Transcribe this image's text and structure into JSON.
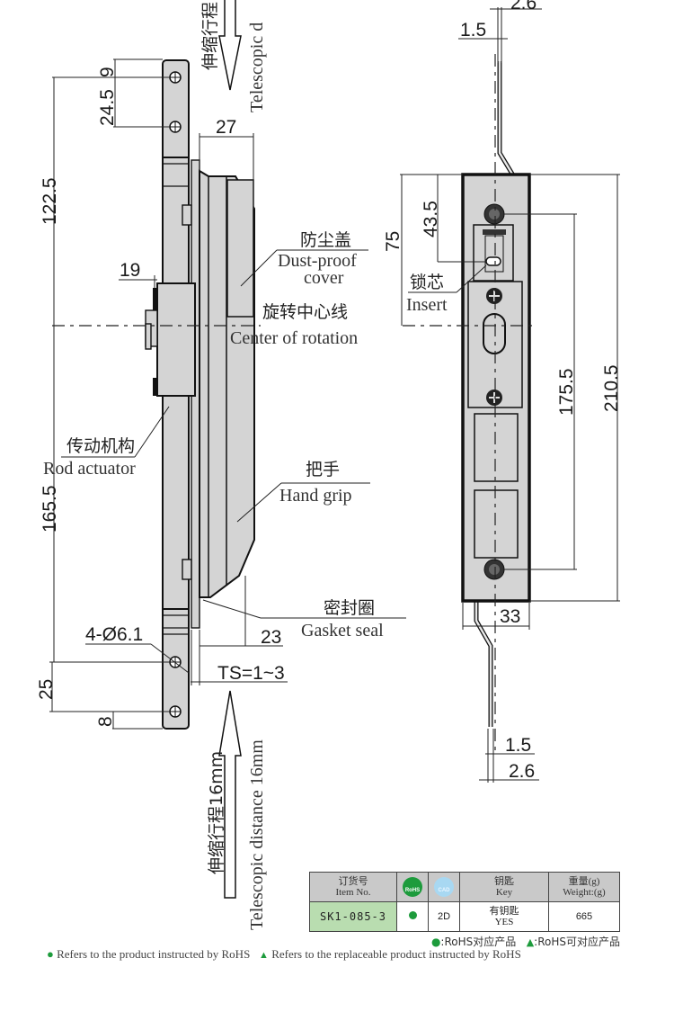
{
  "drawing": {
    "dimensions": {
      "top_hole_offset": "9",
      "hole_spacing_top": "24.5",
      "grip_depth": "27",
      "top_to_center": "122.5",
      "actuator_width": "19",
      "bottom_to_center": "165.5",
      "gasket_offset": "23",
      "hole_spec": "4-Ø6.1",
      "hole_spacing_bottom": "25",
      "bottom_hole_offset": "8",
      "thickness_range": "TS=1~3",
      "rod_width_top_a": "2.6",
      "rod_width_top_b": "1.5",
      "insert_offset": "43.5",
      "center_offset": "75",
      "screw_spacing": "175.5",
      "body_length": "210.5",
      "body_width": "33",
      "rod_width_bottom_a": "1.5",
      "rod_width_bottom_b": "2.6"
    },
    "labels": {
      "telescopic_top_cn": "伸缩行程",
      "telescopic_top_en": "Telescopic d",
      "dust_cover_cn": "防尘盖",
      "dust_cover_en_1": "Dust-proof",
      "dust_cover_en_2": "cover",
      "rotation_cn": "旋转中心线",
      "rotation_en": "Center of rotation",
      "actuator_cn": "传动机构",
      "actuator_en": "Rod actuator",
      "grip_cn": "把手",
      "grip_en": "Hand grip",
      "gasket_cn": "密封圈",
      "gasket_en": "Gasket seal",
      "telescopic_cn": "伸缩行程16mm",
      "telescopic_en": "Telescopic distance 16mm",
      "insert_cn": "锁芯",
      "insert_en": "Insert"
    }
  },
  "spec_table": {
    "headers": {
      "item_cn": "订货号",
      "item_en": "Item No.",
      "rohs_icon": "RoHS",
      "cad_icon": "CAD",
      "key_cn": "钥匙",
      "key_en": "Key",
      "weight_cn": "重量(g)",
      "weight_en": "Weight:(g)"
    },
    "rows": [
      {
        "item_no": "SK1-085-3",
        "rohs": "compliant",
        "cad": "2D",
        "key_cn": "有钥匙",
        "key_en": "YES",
        "weight": "665"
      }
    ]
  },
  "legend": {
    "cn_rohs": ":RoHS对应产品",
    "cn_replaceable": ":RoHS可对应产品",
    "en_rohs": "Refers to the product instructed by RoHS",
    "en_replaceable": "Refers to the replaceable product instructed by RoHS"
  },
  "colors": {
    "rohs_green": "#1d9b3c",
    "item_cell_green": "#b9ddb0",
    "header_gray": "#c9c9c9",
    "part_gray": "#d4d4d4"
  }
}
